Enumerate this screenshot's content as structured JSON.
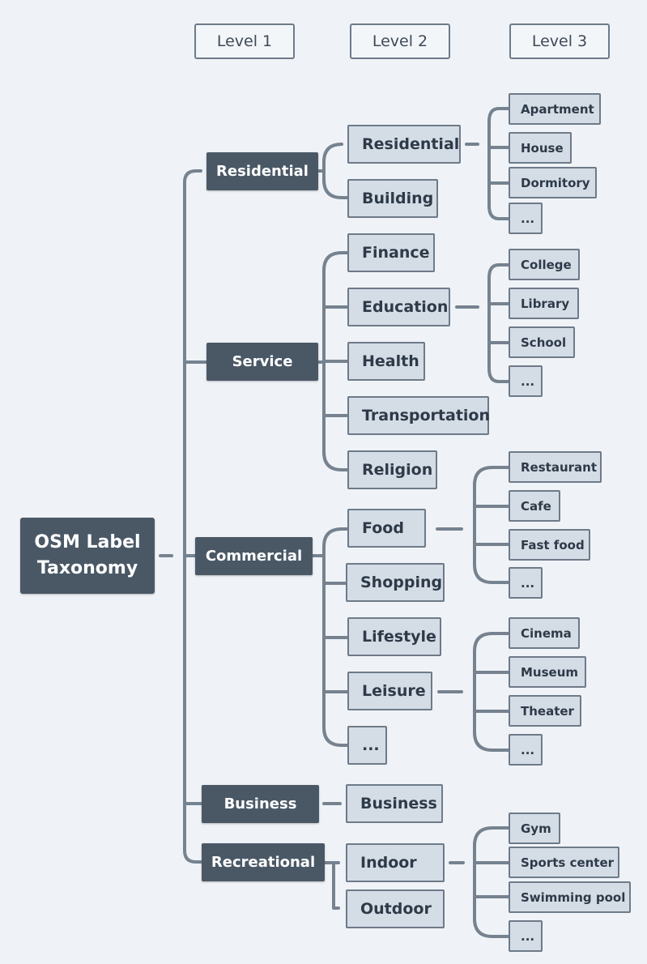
{
  "headers": {
    "level1": "Level 1",
    "level2": "Level 2",
    "level3": "Level 3"
  },
  "root": {
    "label": "OSM Label Taxonomy"
  },
  "level1": {
    "residential": "Residential",
    "service": "Service",
    "commercial": "Commercial",
    "business": "Business",
    "recreational": "Recreational"
  },
  "level2": {
    "residential": "Residential",
    "building": "Building",
    "finance": "Finance",
    "education": "Education",
    "health": "Health",
    "transportation": "Transportation",
    "religion": "Religion",
    "food": "Food",
    "shopping": "Shopping",
    "lifestyle": "Lifestyle",
    "leisure": "Leisure",
    "more": "...",
    "business": "Business",
    "indoor": "Indoor",
    "outdoor": "Outdoor"
  },
  "level3": {
    "apartment": "Apartment",
    "house": "House",
    "dormitory": "Dormitory",
    "res_more": "...",
    "college": "College",
    "library": "Library",
    "school": "School",
    "edu_more": "...",
    "restaurant": "Restaurant",
    "cafe": "Cafe",
    "fast_food": "Fast food",
    "food_more": "...",
    "cinema": "Cinema",
    "museum": "Museum",
    "theater": "Theater",
    "leisure_more": "...",
    "gym": "Gym",
    "sports_center": "Sports center",
    "swimming_pool": "Swimming pool",
    "indoor_more": "..."
  }
}
